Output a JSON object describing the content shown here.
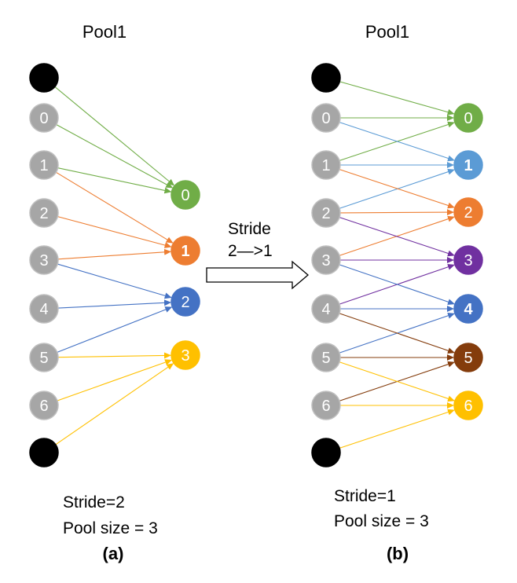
{
  "panel_a": {
    "title": "Pool1",
    "inputs": [
      {
        "label": "",
        "type": "pad"
      },
      {
        "label": "0",
        "type": "value"
      },
      {
        "label": "1",
        "type": "value"
      },
      {
        "label": "2",
        "type": "value"
      },
      {
        "label": "3",
        "type": "value"
      },
      {
        "label": "4",
        "type": "value"
      },
      {
        "label": "5",
        "type": "value"
      },
      {
        "label": "6",
        "type": "value"
      },
      {
        "label": "",
        "type": "pad"
      }
    ],
    "outputs": [
      {
        "label": "0",
        "color": "#70ad47",
        "bold": false
      },
      {
        "label": "1",
        "color": "#ed7d31",
        "bold": true
      },
      {
        "label": "2",
        "color": "#4472c4",
        "bold": false
      },
      {
        "label": "3",
        "color": "#ffc000",
        "bold": false
      }
    ],
    "stride_text": "Stride=2",
    "pool_text": "Pool size = 3",
    "caption": "(a)"
  },
  "panel_b": {
    "title": "Pool1",
    "inputs": [
      {
        "label": "",
        "type": "pad"
      },
      {
        "label": "0",
        "type": "value"
      },
      {
        "label": "1",
        "type": "value"
      },
      {
        "label": "2",
        "type": "value"
      },
      {
        "label": "3",
        "type": "value"
      },
      {
        "label": "4",
        "type": "value"
      },
      {
        "label": "5",
        "type": "value"
      },
      {
        "label": "6",
        "type": "value"
      },
      {
        "label": "",
        "type": "pad"
      }
    ],
    "outputs": [
      {
        "label": "0",
        "color": "#70ad47",
        "bold": false
      },
      {
        "label": "1",
        "color": "#5b9bd5",
        "bold": true
      },
      {
        "label": "2",
        "color": "#ed7d31",
        "bold": false
      },
      {
        "label": "3",
        "color": "#7030a0",
        "bold": false
      },
      {
        "label": "4",
        "color": "#4472c4",
        "bold": true
      },
      {
        "label": "5",
        "color": "#843c0c",
        "bold": false
      },
      {
        "label": "6",
        "color": "#ffc000",
        "bold": false
      }
    ],
    "stride_text": "Stride=1",
    "pool_text": "Pool size = 3",
    "caption": "(b)"
  },
  "transition": {
    "line1": "Stride",
    "line2": "2—>1"
  },
  "colors": {
    "input_fill": "#a6a6a6",
    "input_stroke": "#bfbfbf",
    "pad_fill": "#000000",
    "arrow_outline": "#000000"
  }
}
